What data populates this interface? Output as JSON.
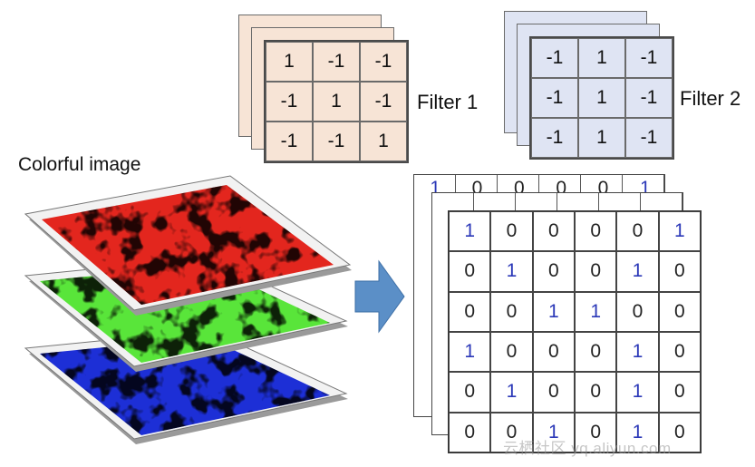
{
  "filter1": {
    "label": "Filter 1",
    "values": [
      [
        "1",
        "-1",
        "-1"
      ],
      [
        "-1",
        "1",
        "-1"
      ],
      [
        "-1",
        "-1",
        "1"
      ]
    ]
  },
  "filter2": {
    "label": "Filter 2",
    "values": [
      [
        "-1",
        "1",
        "-1"
      ],
      [
        "-1",
        "1",
        "-1"
      ],
      [
        "-1",
        "1",
        "-1"
      ]
    ]
  },
  "image": {
    "caption": "Colorful image",
    "channels": [
      "red",
      "green",
      "blue"
    ],
    "colors": {
      "red": "#e3261e",
      "green": "#59e53a",
      "blue": "#1d2fd6"
    }
  },
  "arrow": {
    "color": "#5b8fc7"
  },
  "output": {
    "values": [
      [
        "1",
        "0",
        "0",
        "0",
        "0",
        "1"
      ],
      [
        "0",
        "1",
        "0",
        "0",
        "1",
        "0"
      ],
      [
        "0",
        "0",
        "1",
        "1",
        "0",
        "0"
      ],
      [
        "1",
        "0",
        "0",
        "0",
        "1",
        "0"
      ],
      [
        "0",
        "1",
        "0",
        "0",
        "1",
        "0"
      ],
      [
        "0",
        "0",
        "1",
        "0",
        "1",
        "0"
      ]
    ],
    "back_top_row": [
      "1",
      "0",
      "0",
      "0",
      "0",
      "1"
    ]
  },
  "watermark": "云栖社区 yq.aliyun.com"
}
